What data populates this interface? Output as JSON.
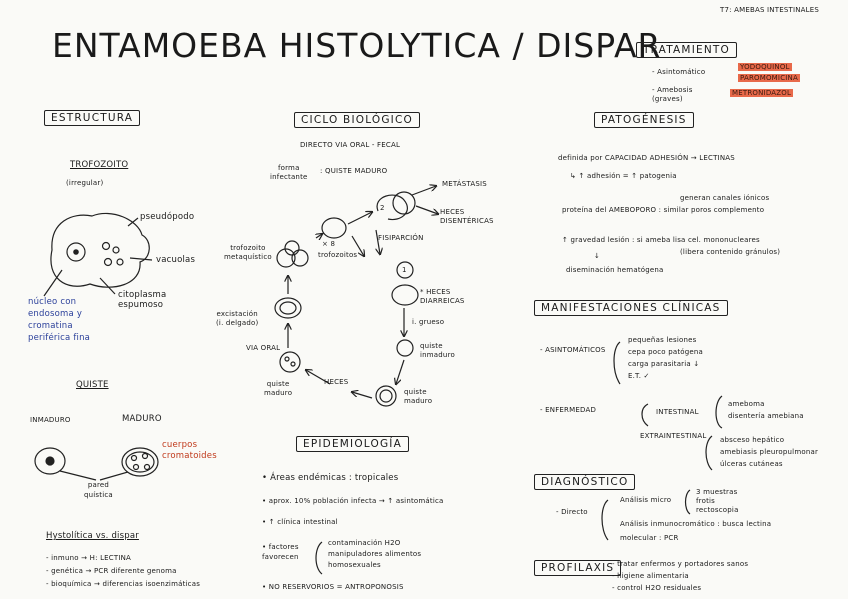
{
  "header_tag": "T7: AMEBAS INTESTINALES",
  "title": "ENTAMOEBA HISTOLYTICA / DISPAR",
  "estructura": {
    "box": "ESTRUCTURA",
    "trofozoito": "TROFOZOITO",
    "irregular": "(irregular)",
    "pseudopodo": "pseudópodo",
    "vacuolas": "vacuolas",
    "citoplasma": "citoplasma espumoso",
    "nucleo": [
      "núcleo con",
      "endosoma y",
      "cromatina",
      "periférica fina"
    ],
    "quiste": "QUISTE",
    "inmaduro": "INMADURO",
    "maduro": "MADURO",
    "cuerpos": [
      "cuerpos",
      "cromatoides"
    ],
    "pared": [
      "pared",
      "quística"
    ],
    "hvd_title": "Hystolítica vs. dispar",
    "hvd": [
      "- inmuno → H: LECTINA",
      "- genética → PCR diferente genoma",
      "- bioquímica → diferencias isoenzimáticas"
    ]
  },
  "ciclo": {
    "box": "CICLO BIOLÓGICO",
    "sub": "DIRECTO VIA ORAL - FECAL",
    "forma": [
      "forma",
      "infectante"
    ],
    "forma_val": ": QUISTE MADURO",
    "metastasis": "METÁSTASIS",
    "heces_dis": [
      "HECES",
      "DISENTÉRICAS"
    ],
    "fisiparcion": "FISIPARCIÓN",
    "trofo_meta": [
      "trofozoito",
      "metaquístico"
    ],
    "x8": "× 8",
    "trofozoitos": "trofozoitos",
    "excistacion": [
      "excistación",
      "(i. delgado)"
    ],
    "via_oral": "VIA ORAL",
    "quiste_maduro": [
      "quiste",
      "maduro"
    ],
    "heces": "HECES",
    "heces_diarreicas": [
      "* HECES",
      "DIARREICAS"
    ],
    "i_grueso": "i. grueso",
    "quiste_inmaduro": [
      "quiste",
      "inmaduro"
    ],
    "quiste_maduro2": [
      "quiste",
      "maduro"
    ],
    "n1": "1",
    "n2": "2"
  },
  "epidemiologia": {
    "box": "EPIDEMIOLOGÍA",
    "items": [
      "• Áreas endémicas : tropicales",
      "• aprox. 10% población infecta → ↑ asintomática",
      "• ↑ clínica intestinal",
      "• factores favorecen",
      "• NO RESERVORIOS = ANTROPONOSIS"
    ],
    "factores": [
      "contaminación H2O",
      "manipuladores alimentos",
      "homosexuales"
    ]
  },
  "tratamiento": {
    "box": "TRATAMIENTO",
    "asint": "- Asintomático",
    "asint_drugs": [
      "YODOQUINOL",
      "PAROMOMICINA"
    ],
    "amebosis": [
      "- Amebosis",
      "(graves)"
    ],
    "amebosis_drug": "METRONIDAZOL"
  },
  "patogenesis": {
    "box": "PATOGÉNESIS",
    "lines": [
      "definida por CAPACIDAD ADHESIÓN → LECTINAS",
      "↳ ↑ adhesión = ↑ patogenia",
      "generan canales iónicos",
      "proteína del AMEBOPORO : similar poros complemento",
      "↑ gravedad lesión : si ameba lisa cel. mononucleares",
      "(libera contenido gránulos)",
      "↓",
      "diseminación hematógena"
    ]
  },
  "manifestaciones": {
    "box": "MANIFESTACIONES CLÍNICAS",
    "asint": "- ASINTOMÁTICOS",
    "asint_items": [
      "pequeñas lesiones",
      "cepa poco patógena",
      "carga parasitaria ↓",
      "E.T. ✓"
    ],
    "enfermedad": "- ENFERMEDAD",
    "intestinal": "INTESTINAL",
    "intestinal_items": [
      "ameboma",
      "disentería amebiana"
    ],
    "extra": "EXTRAINTESTINAL",
    "extra_items": [
      "absceso hepático",
      "amebiasis pleuropulmonar",
      "úlceras cutáneas"
    ]
  },
  "diagnostico": {
    "box": "DIAGNÓSTICO",
    "directo": "- Directo",
    "items": [
      "Análisis micro",
      "Análisis inmunocromático : busca lectina",
      "molecular : PCR"
    ],
    "micro_items": [
      "3 muestras",
      "frotis",
      "rectoscopia"
    ]
  },
  "profilaxis": {
    "box": "PROFILAXIS",
    "items": [
      "- tratar enfermos y portadores sanos",
      "- higiene alimentaria",
      "- control H2O residuales"
    ]
  },
  "colors": {
    "ink": "#1a1a1a",
    "blue": "#2a3f9a",
    "red": "#c0391b",
    "highlight": "#e8694a"
  }
}
